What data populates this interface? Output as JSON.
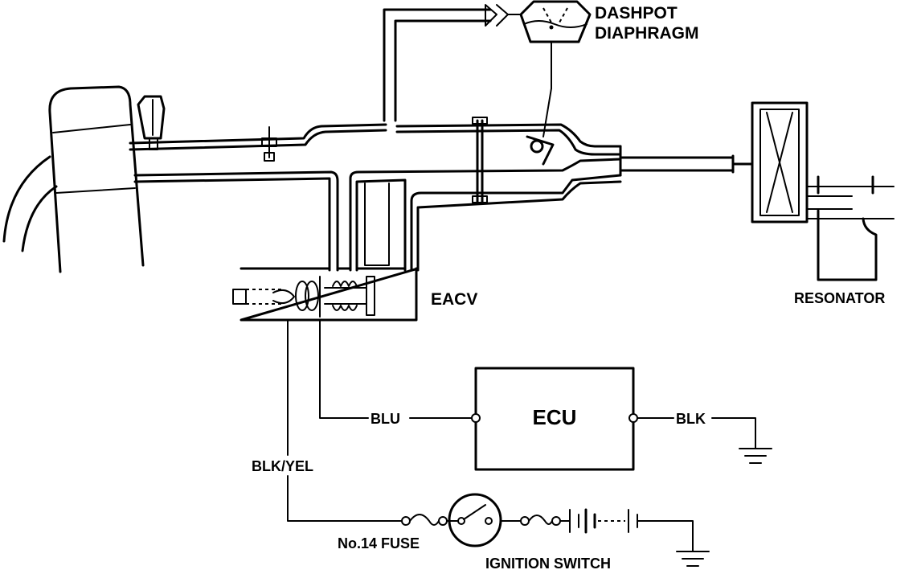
{
  "labels": {
    "dashpot_line1": "DASHPOT",
    "dashpot_line2": "DIAPHRAGM",
    "eacv": "EACV",
    "resonator": "RESONATOR",
    "ecu": "ECU",
    "blu": "BLU",
    "blk": "BLK",
    "blk_yel": "BLK/YEL",
    "fuse": "No.14 FUSE",
    "ignition_switch": "IGNITION SWITCH"
  }
}
